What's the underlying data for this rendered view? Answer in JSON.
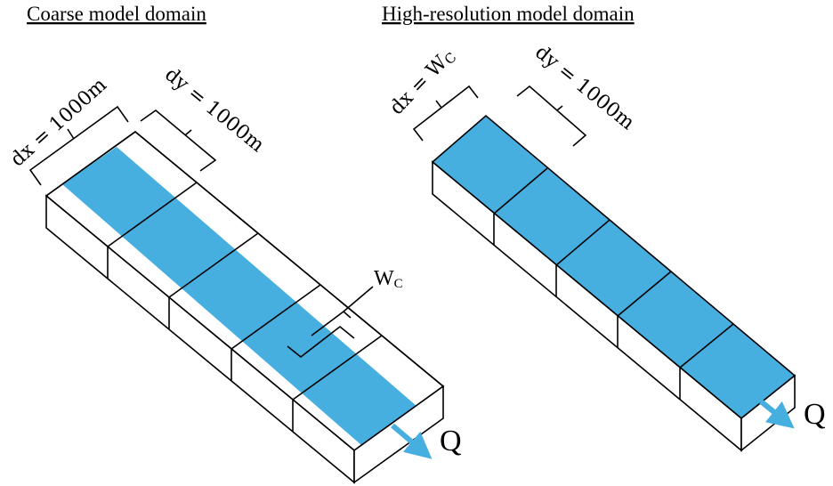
{
  "coarse": {
    "title": "Coarse model domain",
    "dx_label": "dx = 1000m",
    "dy_label": "dy = 1000m",
    "wc_main": "W",
    "wc_sub": "C",
    "flow_label": "Q"
  },
  "highres": {
    "title": "High-resolution model domain",
    "dx_main": "dx = W",
    "dx_sub": "C",
    "dy_label": "dy = 1000m",
    "flow_label": "Q"
  },
  "colors": {
    "water": "#47afe0",
    "outline": "#000000",
    "background": "#ffffff"
  }
}
